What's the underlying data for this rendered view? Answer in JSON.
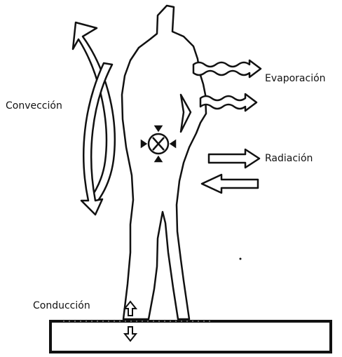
{
  "labels": {
    "convection": "Convección",
    "evaporation": "Evaporación",
    "radiation": "Radiación",
    "conduction": "Conducción"
  },
  "colors": {
    "stroke": "#111111",
    "background": "#ffffff",
    "ground_fill": "#ffffff"
  },
  "icons": [
    "human-silhouette",
    "convection-arrow",
    "evaporation-arrow",
    "radiation-arrow",
    "conduction-arrow",
    "metabolic-heat-symbol",
    "ground-slab"
  ]
}
